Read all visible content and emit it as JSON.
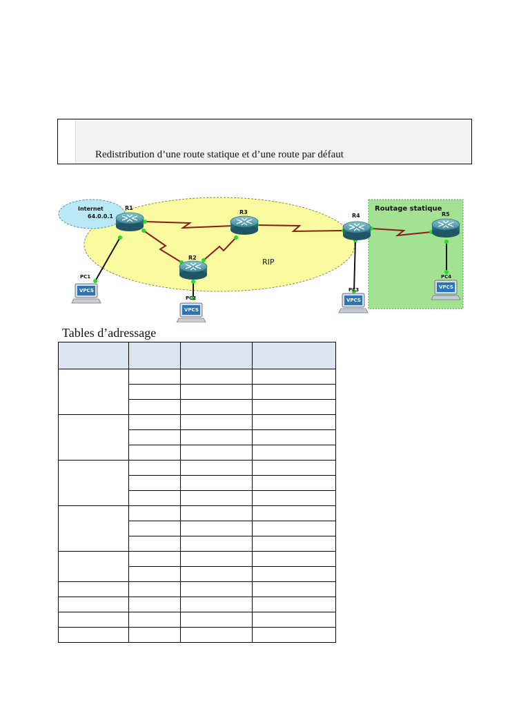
{
  "title": "Redistribution d’une route statique et d’une route par défaut",
  "diagram": {
    "cloud_label": "Internet",
    "cloud_address": "64.0.0.1",
    "rip_label": "RIP",
    "static_zone_label": "Routage statique",
    "routers": [
      "R1",
      "R2",
      "R3",
      "R4",
      "R5"
    ],
    "pcs": [
      "PC1",
      "PC2",
      "PC3",
      "PC4"
    ],
    "pc_screen_label": "VPCS",
    "colors": {
      "rip_zone": "#fafa9f",
      "static_zone": "#a3e292",
      "cloud": "#b9e9f7",
      "router": "#4a8ea0",
      "serial_link": "#8b1a1a",
      "port": "#22dd22"
    }
  },
  "table_title": "Tables d’adressage",
  "table": {
    "headers": [
      "",
      "",
      "",
      ""
    ],
    "rows": [
      [
        "",
        "",
        "",
        ""
      ],
      [
        "",
        "",
        "",
        ""
      ],
      [
        "",
        "",
        "",
        ""
      ],
      [
        "",
        "",
        "",
        ""
      ],
      [
        "",
        "",
        "",
        ""
      ],
      [
        "",
        "",
        "",
        ""
      ],
      [
        "",
        "",
        "",
        ""
      ],
      [
        "",
        "",
        "",
        ""
      ],
      [
        "",
        "",
        "",
        ""
      ],
      [
        "",
        "",
        "",
        ""
      ],
      [
        "",
        "",
        "",
        ""
      ],
      [
        "",
        "",
        "",
        ""
      ],
      [
        "",
        "",
        "",
        ""
      ],
      [
        "",
        "",
        "",
        ""
      ],
      [
        "",
        "",
        "",
        ""
      ],
      [
        "",
        "",
        "",
        ""
      ],
      [
        "",
        "",
        "",
        ""
      ],
      [
        "",
        "",
        "",
        ""
      ]
    ],
    "header_color": "#dbe5f1"
  }
}
